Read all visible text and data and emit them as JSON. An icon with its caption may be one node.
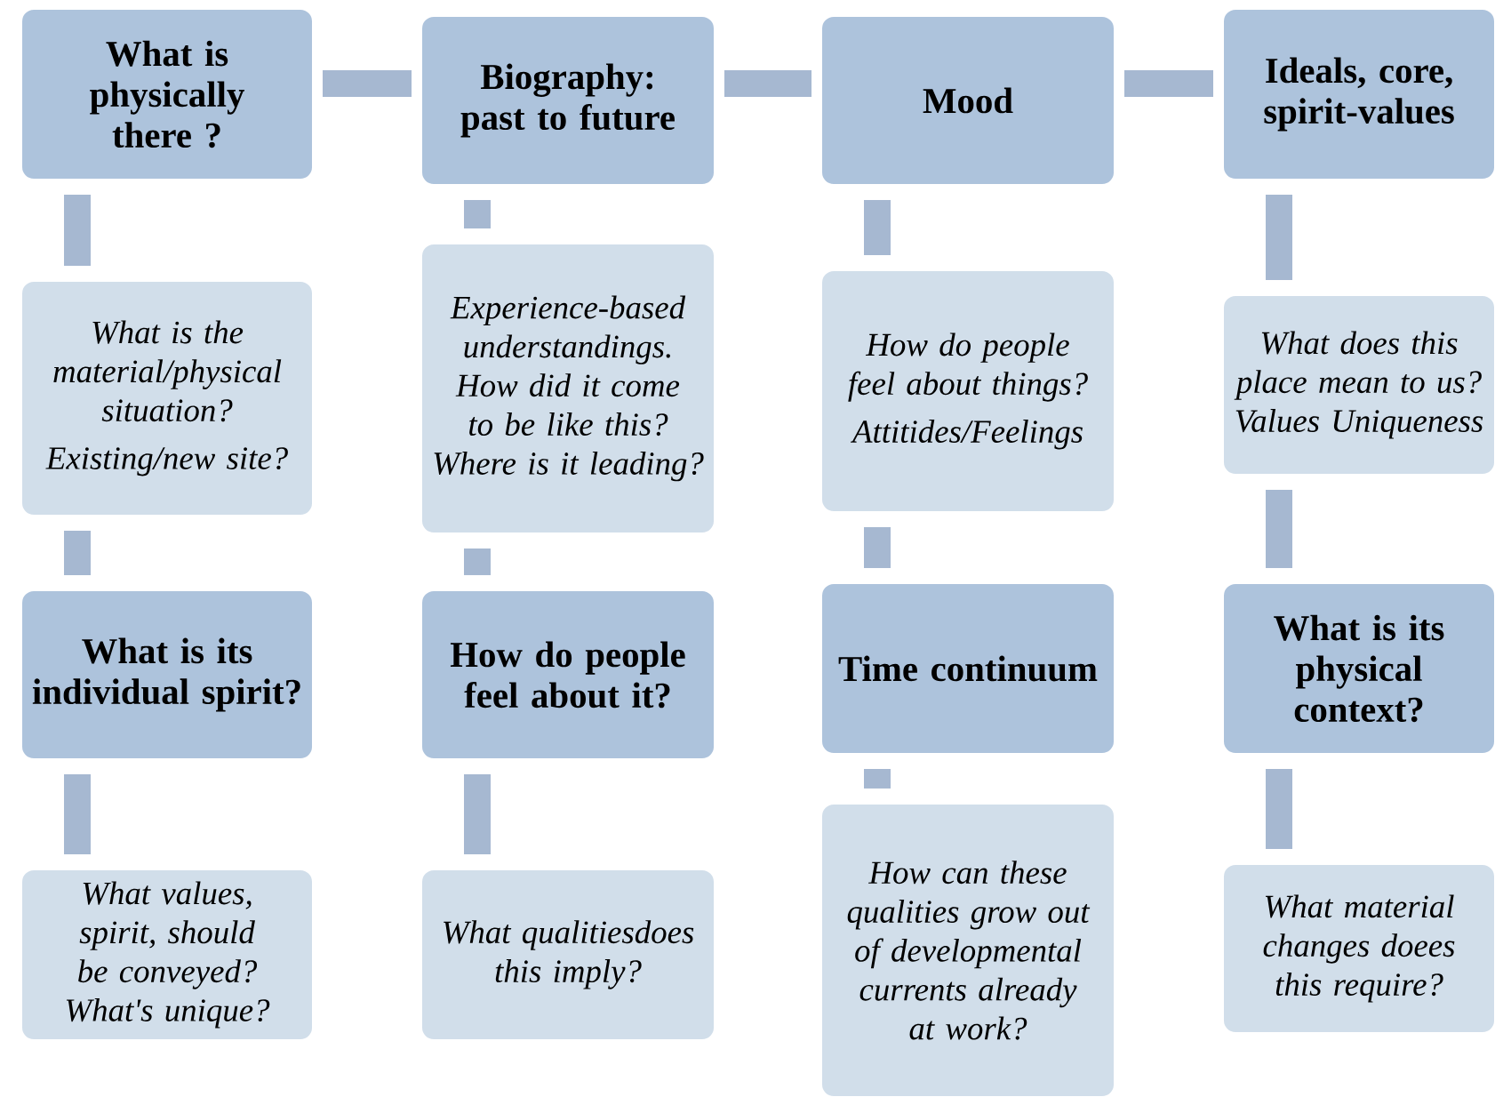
{
  "diagram": {
    "nodes": [
      {
        "text": [
          "What is physically there ?"
        ]
      },
      {
        "text": [
          "Biography: past to future"
        ]
      },
      {
        "text": [
          "Mood"
        ]
      },
      {
        "text": [
          "Ideals, core, spirit-values"
        ]
      },
      {
        "text": [
          "What is the material/physical situation?",
          "Existing/new site?"
        ]
      },
      {
        "text": [
          "Experience-based understandings. How did it come to be like this? Where is it leading?"
        ]
      },
      {
        "text": [
          "How do people feel about things?",
          "Attitides/Feelings"
        ]
      },
      {
        "text": [
          "What does this place mean to us? Values Uniqueness"
        ]
      },
      {
        "text": [
          "What is its individual spirit?"
        ]
      },
      {
        "text": [
          "How do people feel about it?"
        ]
      },
      {
        "text": [
          "Time continuum"
        ]
      },
      {
        "text": [
          "What is its physical context?"
        ]
      },
      {
        "text": [
          "What values, spirit, should be conveyed? What's unique?"
        ]
      },
      {
        "text": [
          "What qualitiesdoes this imply?"
        ]
      },
      {
        "text": [
          "How can these qualities grow out of developmental currents already at work?"
        ]
      },
      {
        "text": [
          "What material changes doees this require?"
        ]
      }
    ],
    "edges": [
      {
        "from": 0,
        "to": 1,
        "arrow": "none"
      },
      {
        "from": 1,
        "to": 2,
        "arrow": "none"
      },
      {
        "from": 2,
        "to": 3,
        "arrow": "none"
      },
      {
        "from": 0,
        "to": 4,
        "arrow": "none"
      },
      {
        "from": 4,
        "to": 8,
        "arrow": "none"
      },
      {
        "from": 8,
        "to": 12,
        "arrow": "none"
      },
      {
        "from": 1,
        "to": 5,
        "arrow": "none"
      },
      {
        "from": 5,
        "to": 9,
        "arrow": "none"
      },
      {
        "from": 9,
        "to": 13,
        "arrow": "none"
      },
      {
        "from": 2,
        "to": 6,
        "arrow": "none"
      },
      {
        "from": 6,
        "to": 10,
        "arrow": "none"
      },
      {
        "from": 10,
        "to": 14,
        "arrow": "none"
      },
      {
        "from": 3,
        "to": 7,
        "arrow": "none"
      },
      {
        "from": 7,
        "to": 11,
        "arrow": "none"
      },
      {
        "from": 11,
        "to": 15,
        "arrow": "none"
      }
    ]
  }
}
